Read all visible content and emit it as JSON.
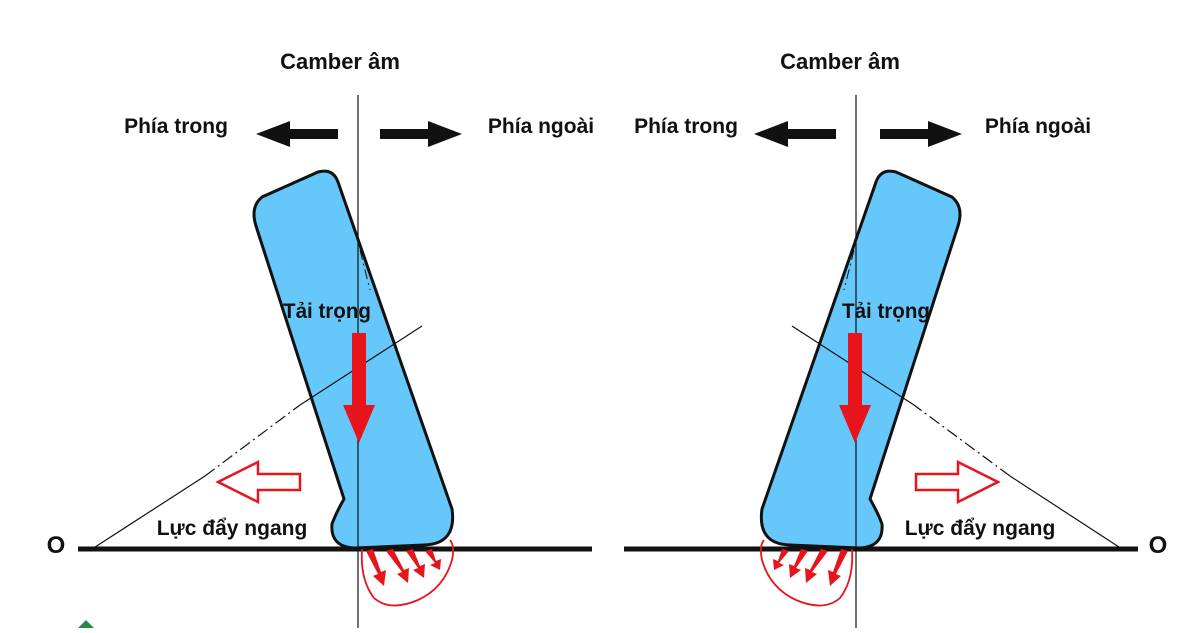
{
  "colors": {
    "tire_fill": "#66c8fa",
    "outline": "#111111",
    "force_red": "#e8141c",
    "background": "#ffffff"
  },
  "panels": [
    {
      "title": "Camber âm",
      "inner_label": "Phía trong",
      "outer_label": "Phía ngoài",
      "load_label": "Tải trọng",
      "lateral_label": "Lực đẩy ngang",
      "origin_label": "O"
    },
    {
      "title": "Camber âm",
      "inner_label": "Phía trong",
      "outer_label": "Phía ngoài",
      "load_label": "Tải trọng",
      "lateral_label": "Lực đẩy ngang",
      "origin_label": "O"
    }
  ]
}
